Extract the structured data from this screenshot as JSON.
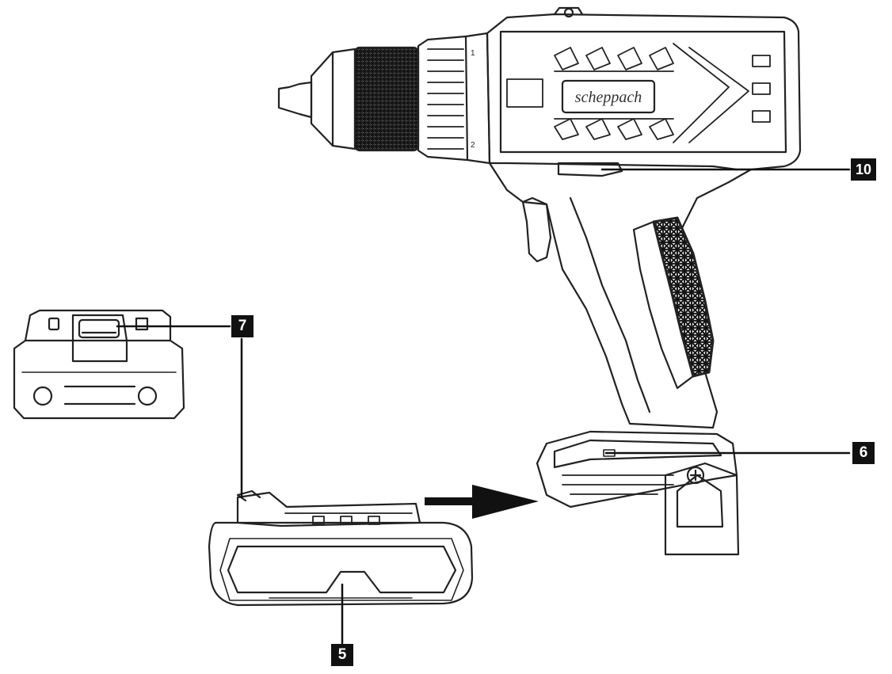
{
  "figure": {
    "brand_label": "scheppach",
    "gear_marks": [
      "1",
      "2"
    ],
    "callouts": {
      "battery_release": "7",
      "mode_switch": "10",
      "battery_slot": "6",
      "battery_pack": "5"
    }
  }
}
